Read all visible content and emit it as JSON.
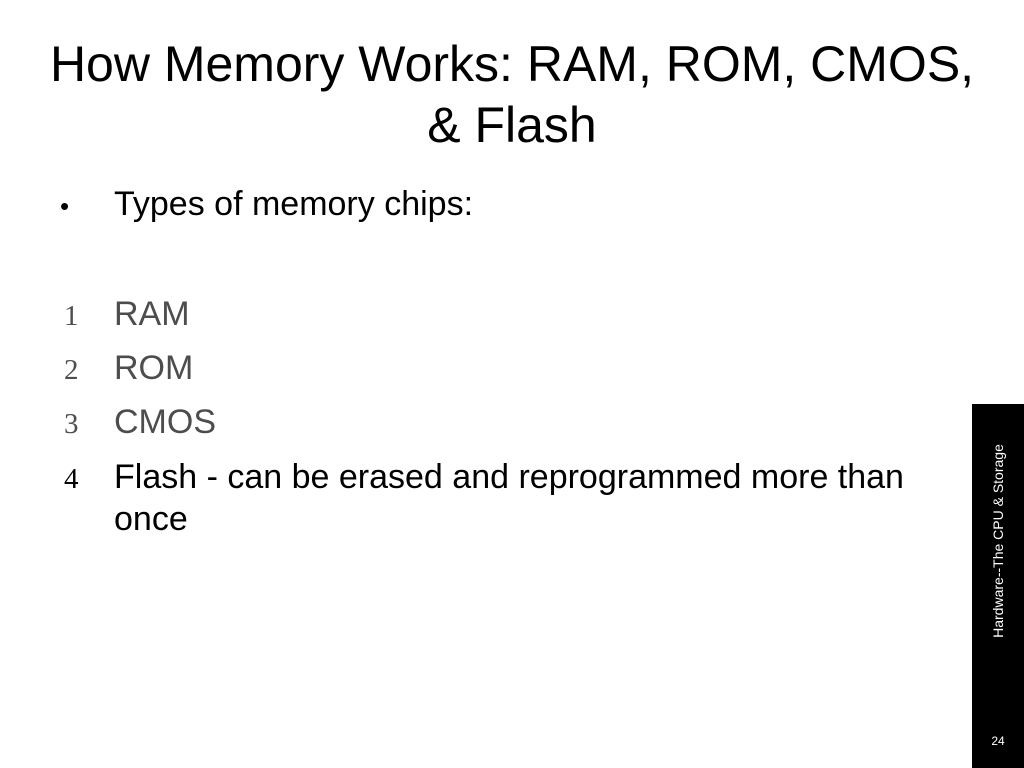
{
  "slide": {
    "title": "How Memory Works:  RAM, ROM, CMOS, & Flash",
    "bullet": {
      "marker": "•",
      "text": "Types of memory chips:"
    },
    "numbered_items": [
      {
        "number": "1",
        "text": "RAM"
      },
      {
        "number": "2",
        "text": "ROM"
      },
      {
        "number": "3",
        "text": "CMOS"
      },
      {
        "number": "4",
        "text": "Flash -  can be erased and reprogrammed more than once"
      }
    ],
    "sidebar_label": "Hardware--The CPU & Storage",
    "page_number": "24"
  },
  "colors": {
    "background": "#ffffff",
    "text": "#000000",
    "muted_text": "#4d4d4d",
    "sidebar": "#000000"
  }
}
